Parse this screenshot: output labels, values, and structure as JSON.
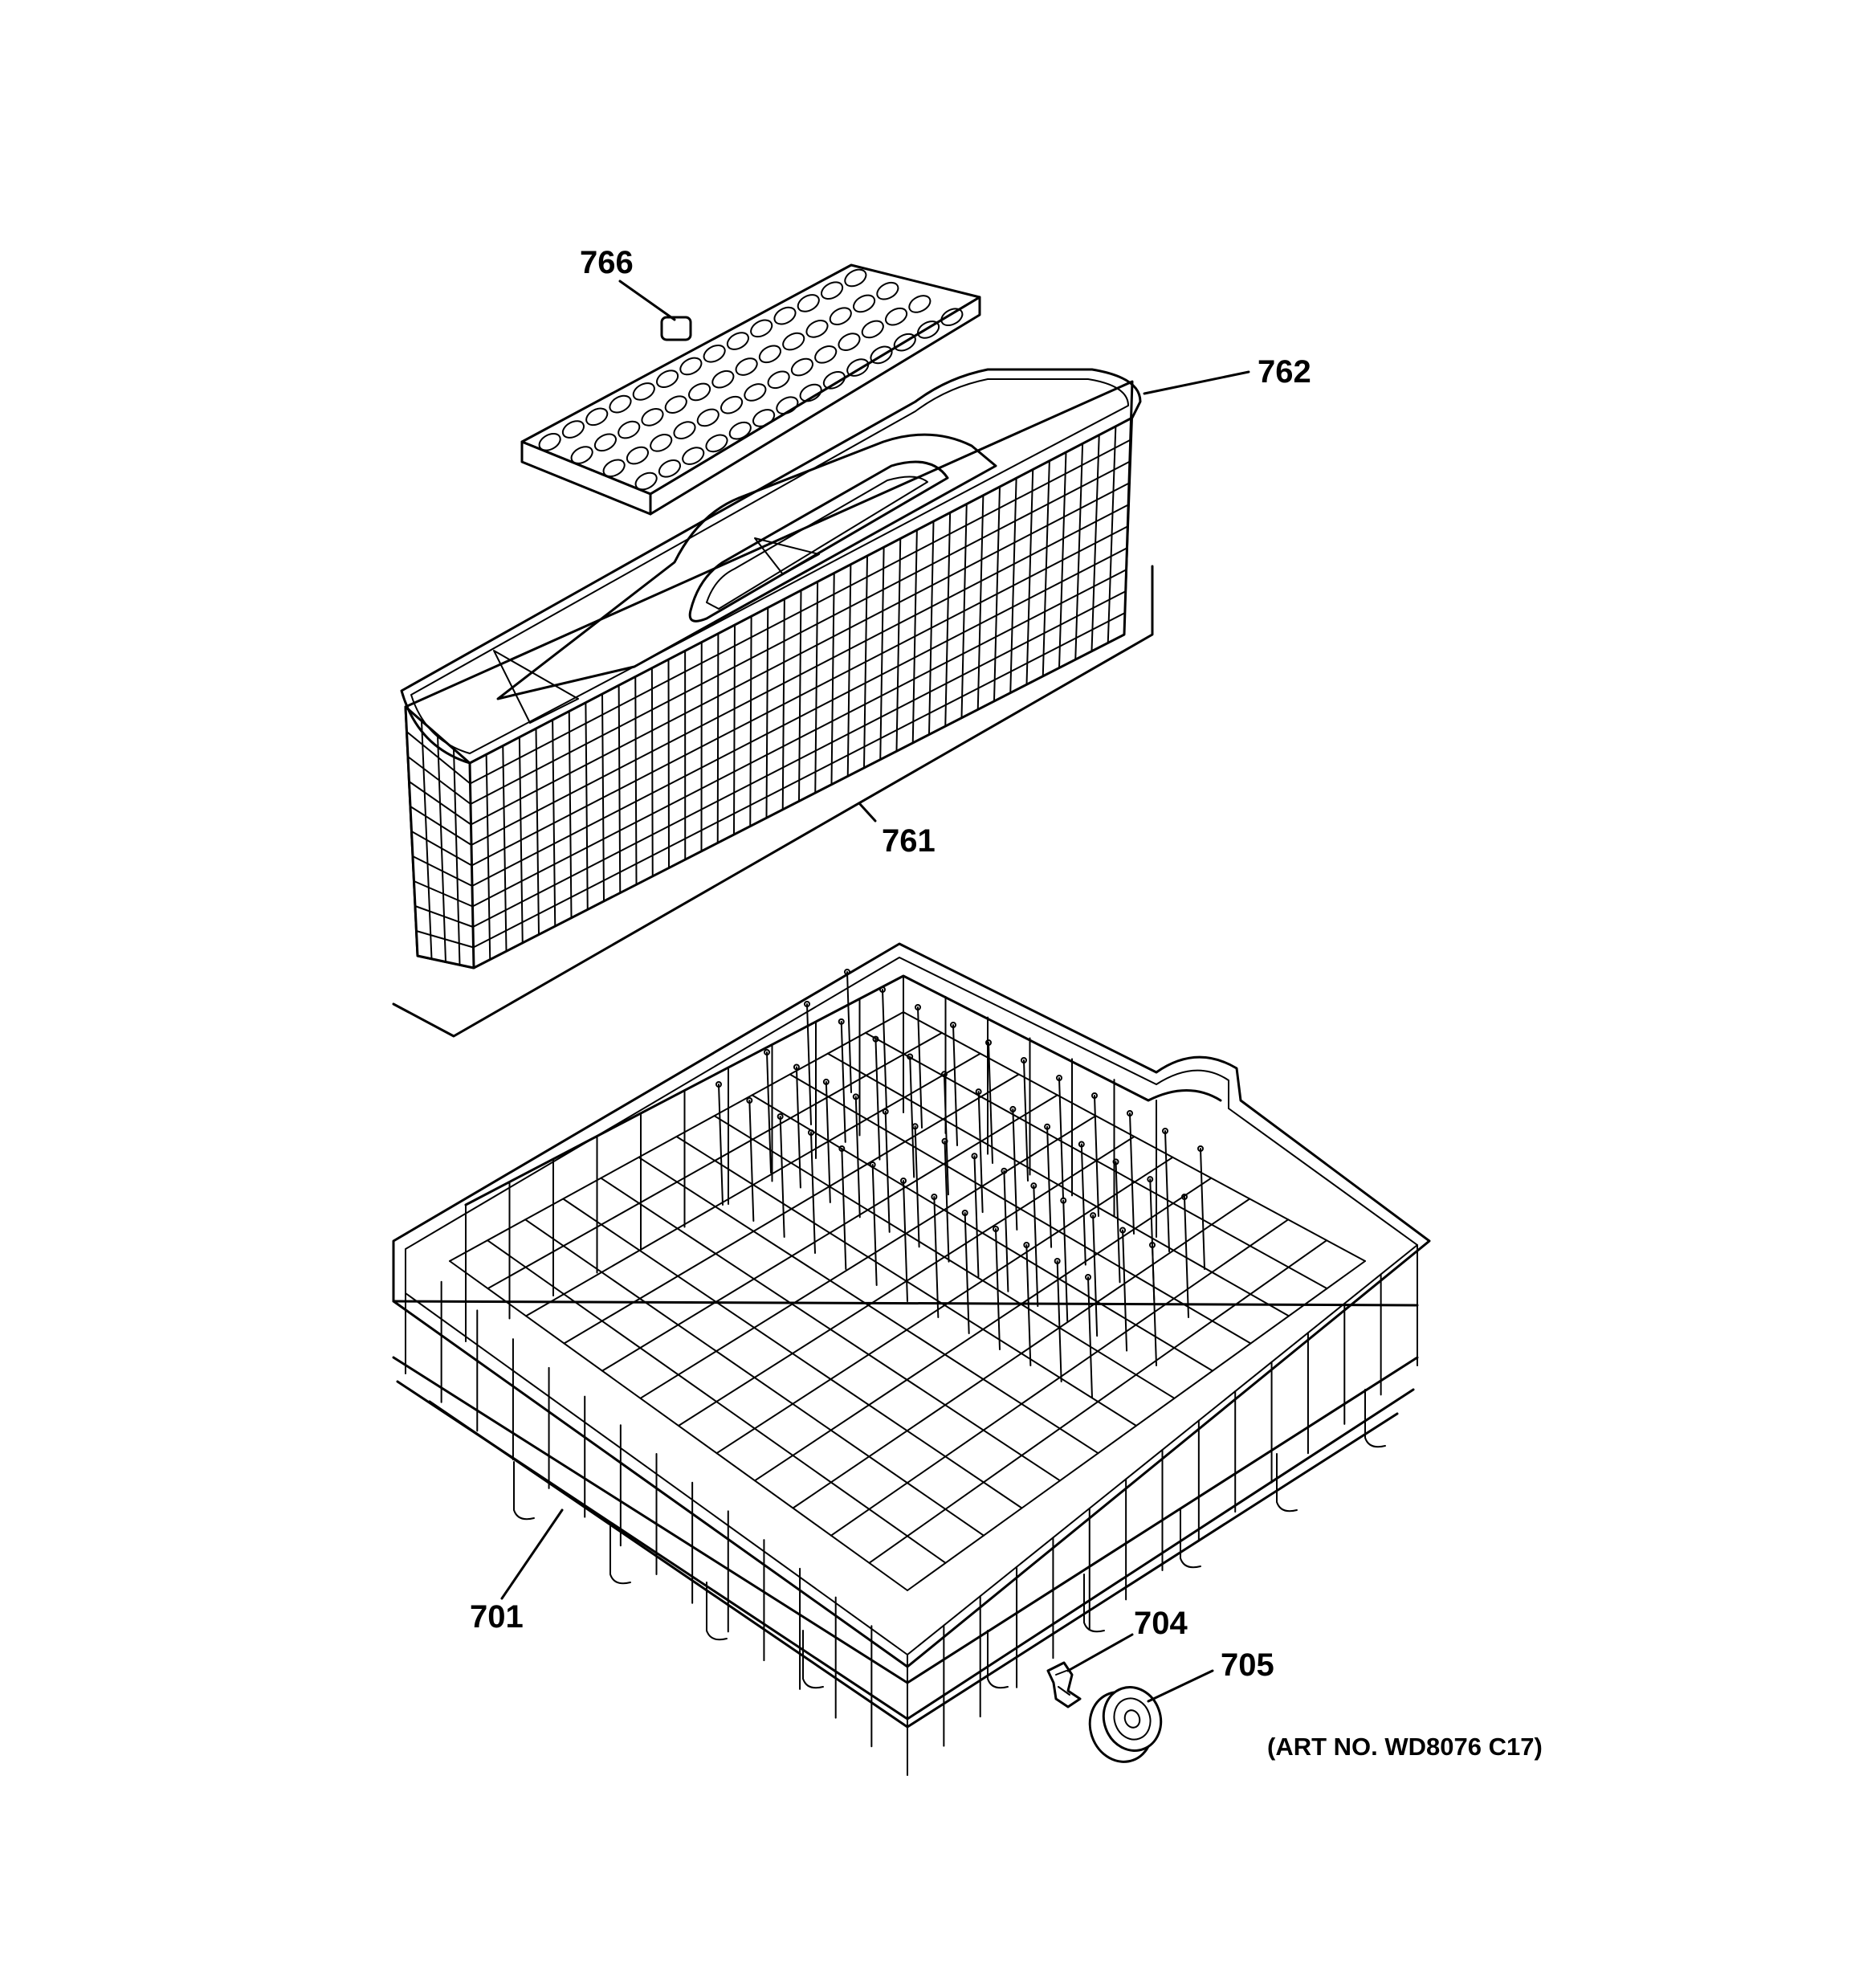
{
  "callouts": {
    "basket_cover": "766",
    "basket_frame": "762",
    "silverware_basket": "761",
    "lower_rack": "701",
    "rack_clip": "704",
    "rack_roller": "705"
  },
  "art_number": "(ART NO. WD8076 C17)"
}
